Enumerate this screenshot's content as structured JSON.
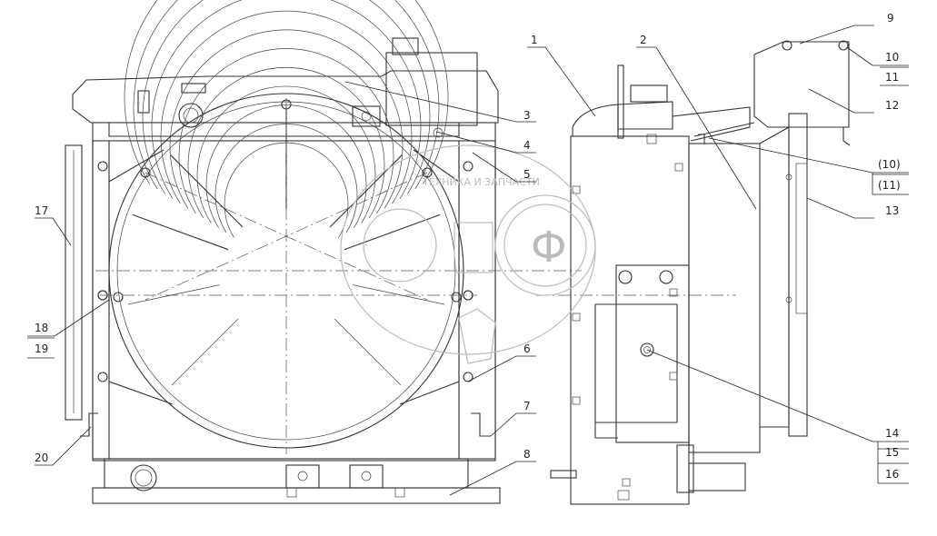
{
  "callouts": {
    "c1": "1",
    "c2": "2",
    "c3": "3",
    "c4": "4",
    "c5": "5",
    "c6": "6",
    "c7": "7",
    "c8": "8",
    "c9": "9",
    "c10": "10",
    "c11": "11",
    "c12": "12",
    "c10p": "(10)",
    "c11p": "(11)",
    "c13": "13",
    "c14": "14",
    "c15": "15",
    "c16": "16",
    "c17": "17",
    "c18": "18",
    "c19": "19",
    "c20": "20"
  },
  "watermark": {
    "text": "ТЕХНИКА И ЗАПЧАСТИ",
    "initials": "Ф"
  }
}
